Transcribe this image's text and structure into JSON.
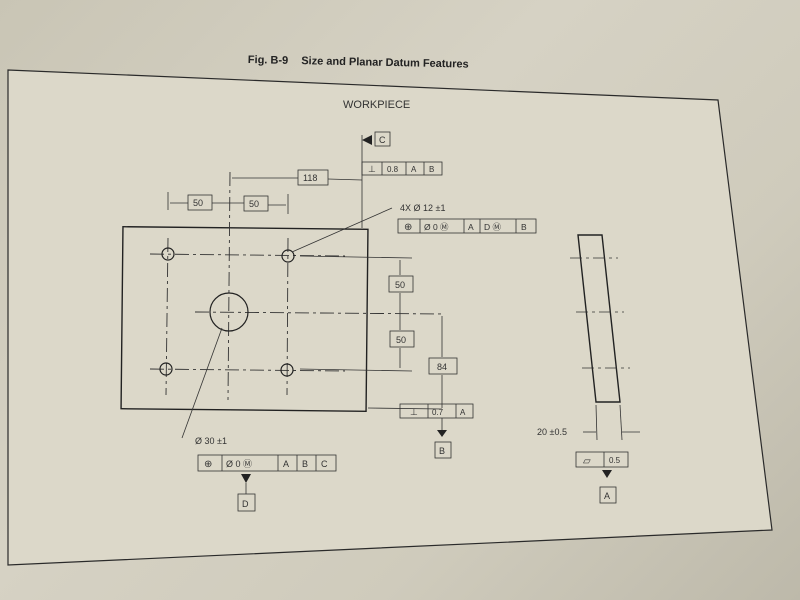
{
  "figure": {
    "number": "Fig. B-9",
    "title": "Size and Planar Datum Features"
  },
  "workpiece_label": "WORKPIECE",
  "dimensions": {
    "width_between_holes_1": "50",
    "width_between_holes_2": "50",
    "overall_118": "118",
    "vert_1": "50",
    "vert_2": "50",
    "vert_84": "84",
    "thickness": "20 ±0.5"
  },
  "callouts": {
    "small_holes": "4X Ø 12 ±1",
    "large_hole": "Ø 30 ±1"
  },
  "datums": {
    "c": "C",
    "b": "B",
    "d": "D",
    "a": "A"
  },
  "frames": {
    "perp_top": [
      "⊥",
      "0.8",
      "A",
      "B"
    ],
    "position_holes": [
      "⊕",
      "Ø 0 Ⓜ",
      "A",
      "D Ⓜ",
      "B"
    ],
    "perp_bottom": [
      "⊥",
      "0.7",
      "A"
    ],
    "position_large": [
      "⊕",
      "Ø 0 Ⓜ",
      "A",
      "B",
      "C"
    ],
    "flatness": [
      "▱",
      "0.5"
    ]
  },
  "colors": {
    "paper": "#dedacb",
    "ink": "#2a2a2a"
  }
}
